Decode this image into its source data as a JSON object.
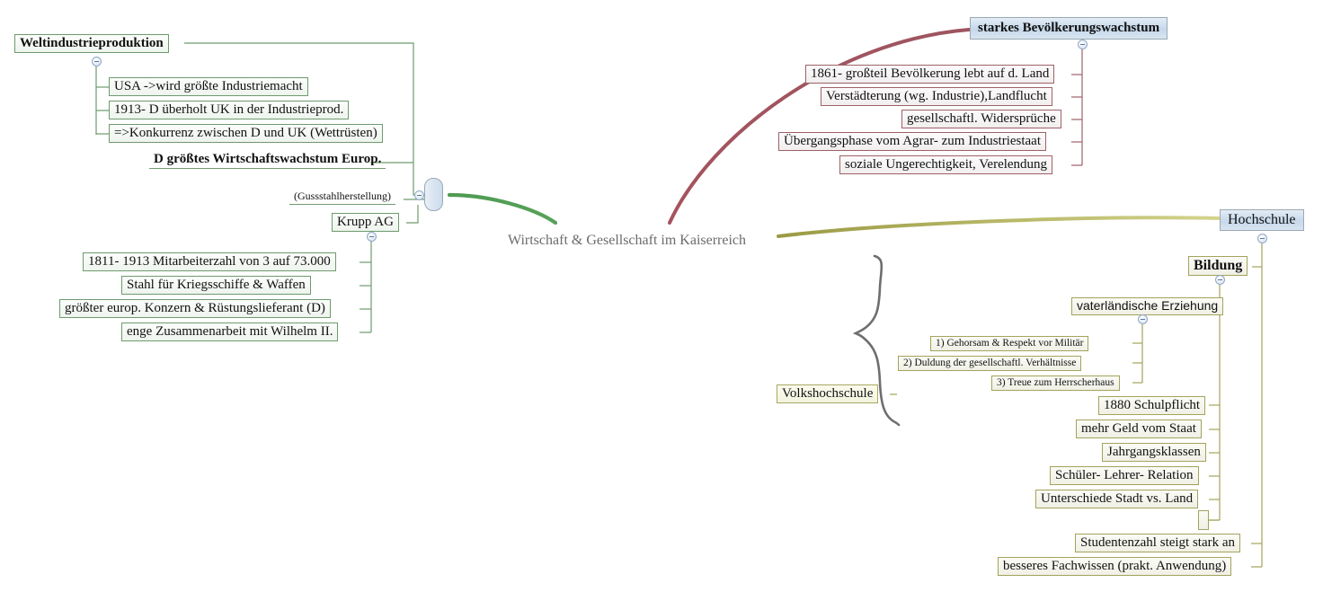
{
  "center": {
    "title": "Wirtschaft & Gesellschaft im Kaiserreich"
  },
  "branches": {
    "industry": {
      "root_label": "Weltindustrieproduktion",
      "items": [
        "USA ->wird größte Industriemacht",
        "1913- D überholt  UK in der Industrieprod.",
        "=>Konkurrenz zwischen D und UK (Wettrüsten)"
      ],
      "summary": "D größtes Wirtschaftswachstum Europ.",
      "note": "(Gussstahlherstellung)",
      "company": "Krupp AG",
      "company_items": [
        "1811- 1913 Mitarbeiterzahl von 3 auf 73.000",
        "Stahl für Kriegsschiffe & Waffen",
        "größter europ. Konzern & Rüstungslieferant (D)",
        "enge Zusammenarbeit mit Wilhelm II."
      ]
    },
    "population": {
      "root_label": "starkes Bevölkerungswachstum",
      "items": [
        "1861- großteil Bevölkerung lebt auf d. Land",
        "Verstädterung (wg. Industrie),Landflucht",
        "gesellschaftl. Widersprüche",
        "Übergangsphase vom Agrar- zum Industriestaat",
        "soziale Ungerechtigkeit, Verelendung"
      ]
    },
    "education": {
      "root_label": "Hochschule",
      "bildung_label": "Bildung",
      "patriotic_label": "vaterländische Erziehung",
      "patriotic_items": [
        "1) Gehorsam & Respekt vor Militär",
        "2) Duldung der gesellschaftl. Verhältnisse",
        "3) Treue zum Herrscherhaus"
      ],
      "volkshochschule_label": "Volkshochschule",
      "school_items": [
        "1880 Schulpflicht",
        "mehr Geld vom Staat",
        "Jahrgangsklassen",
        "Schüler- Lehrer- Relation",
        "Unterschiede Stadt vs. Land",
        ""
      ],
      "university_items": [
        "Studentenzahl steigt stark an",
        "besseres Fachwissen (prakt. Anwendung)"
      ]
    }
  },
  "colors": {
    "green": "#4f9a52",
    "red": "#a5535d",
    "olive": "#b3b35a",
    "blue_node": "#c6d8ea",
    "center_text": "#6b6b6b"
  }
}
